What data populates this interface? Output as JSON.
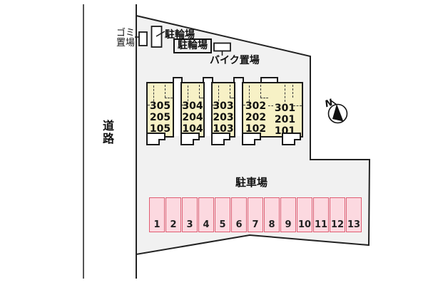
{
  "labels": {
    "road": "道路",
    "garbage_line1": "ゴミ",
    "garbage_line2": "置場",
    "bicycle": "駐輪場",
    "bicycle_boxed": "駐輪場",
    "bike": "バイク置場",
    "parking": "駐車場",
    "north": "N"
  },
  "building": {
    "units": [
      {
        "rooms": [
          "305",
          "205",
          "105"
        ]
      },
      {
        "rooms": [
          "304",
          "204",
          "104"
        ]
      },
      {
        "rooms": [
          "303",
          "203",
          "103"
        ]
      },
      {
        "rooms": [
          "302",
          "202",
          "102"
        ]
      },
      {
        "rooms": [
          "301",
          "201",
          "101"
        ]
      }
    ]
  },
  "parking": {
    "stalls": [
      "1",
      "2",
      "3",
      "4",
      "5",
      "6",
      "7",
      "8",
      "9",
      "10",
      "11",
      "12",
      "13"
    ]
  },
  "colors": {
    "site_fill": "#f1f1f1",
    "building_fill": "#f7f1c6",
    "stall_fill": "#fcd9e0",
    "stall_border": "#e05c72",
    "line": "#222222",
    "background": "#ffffff"
  }
}
